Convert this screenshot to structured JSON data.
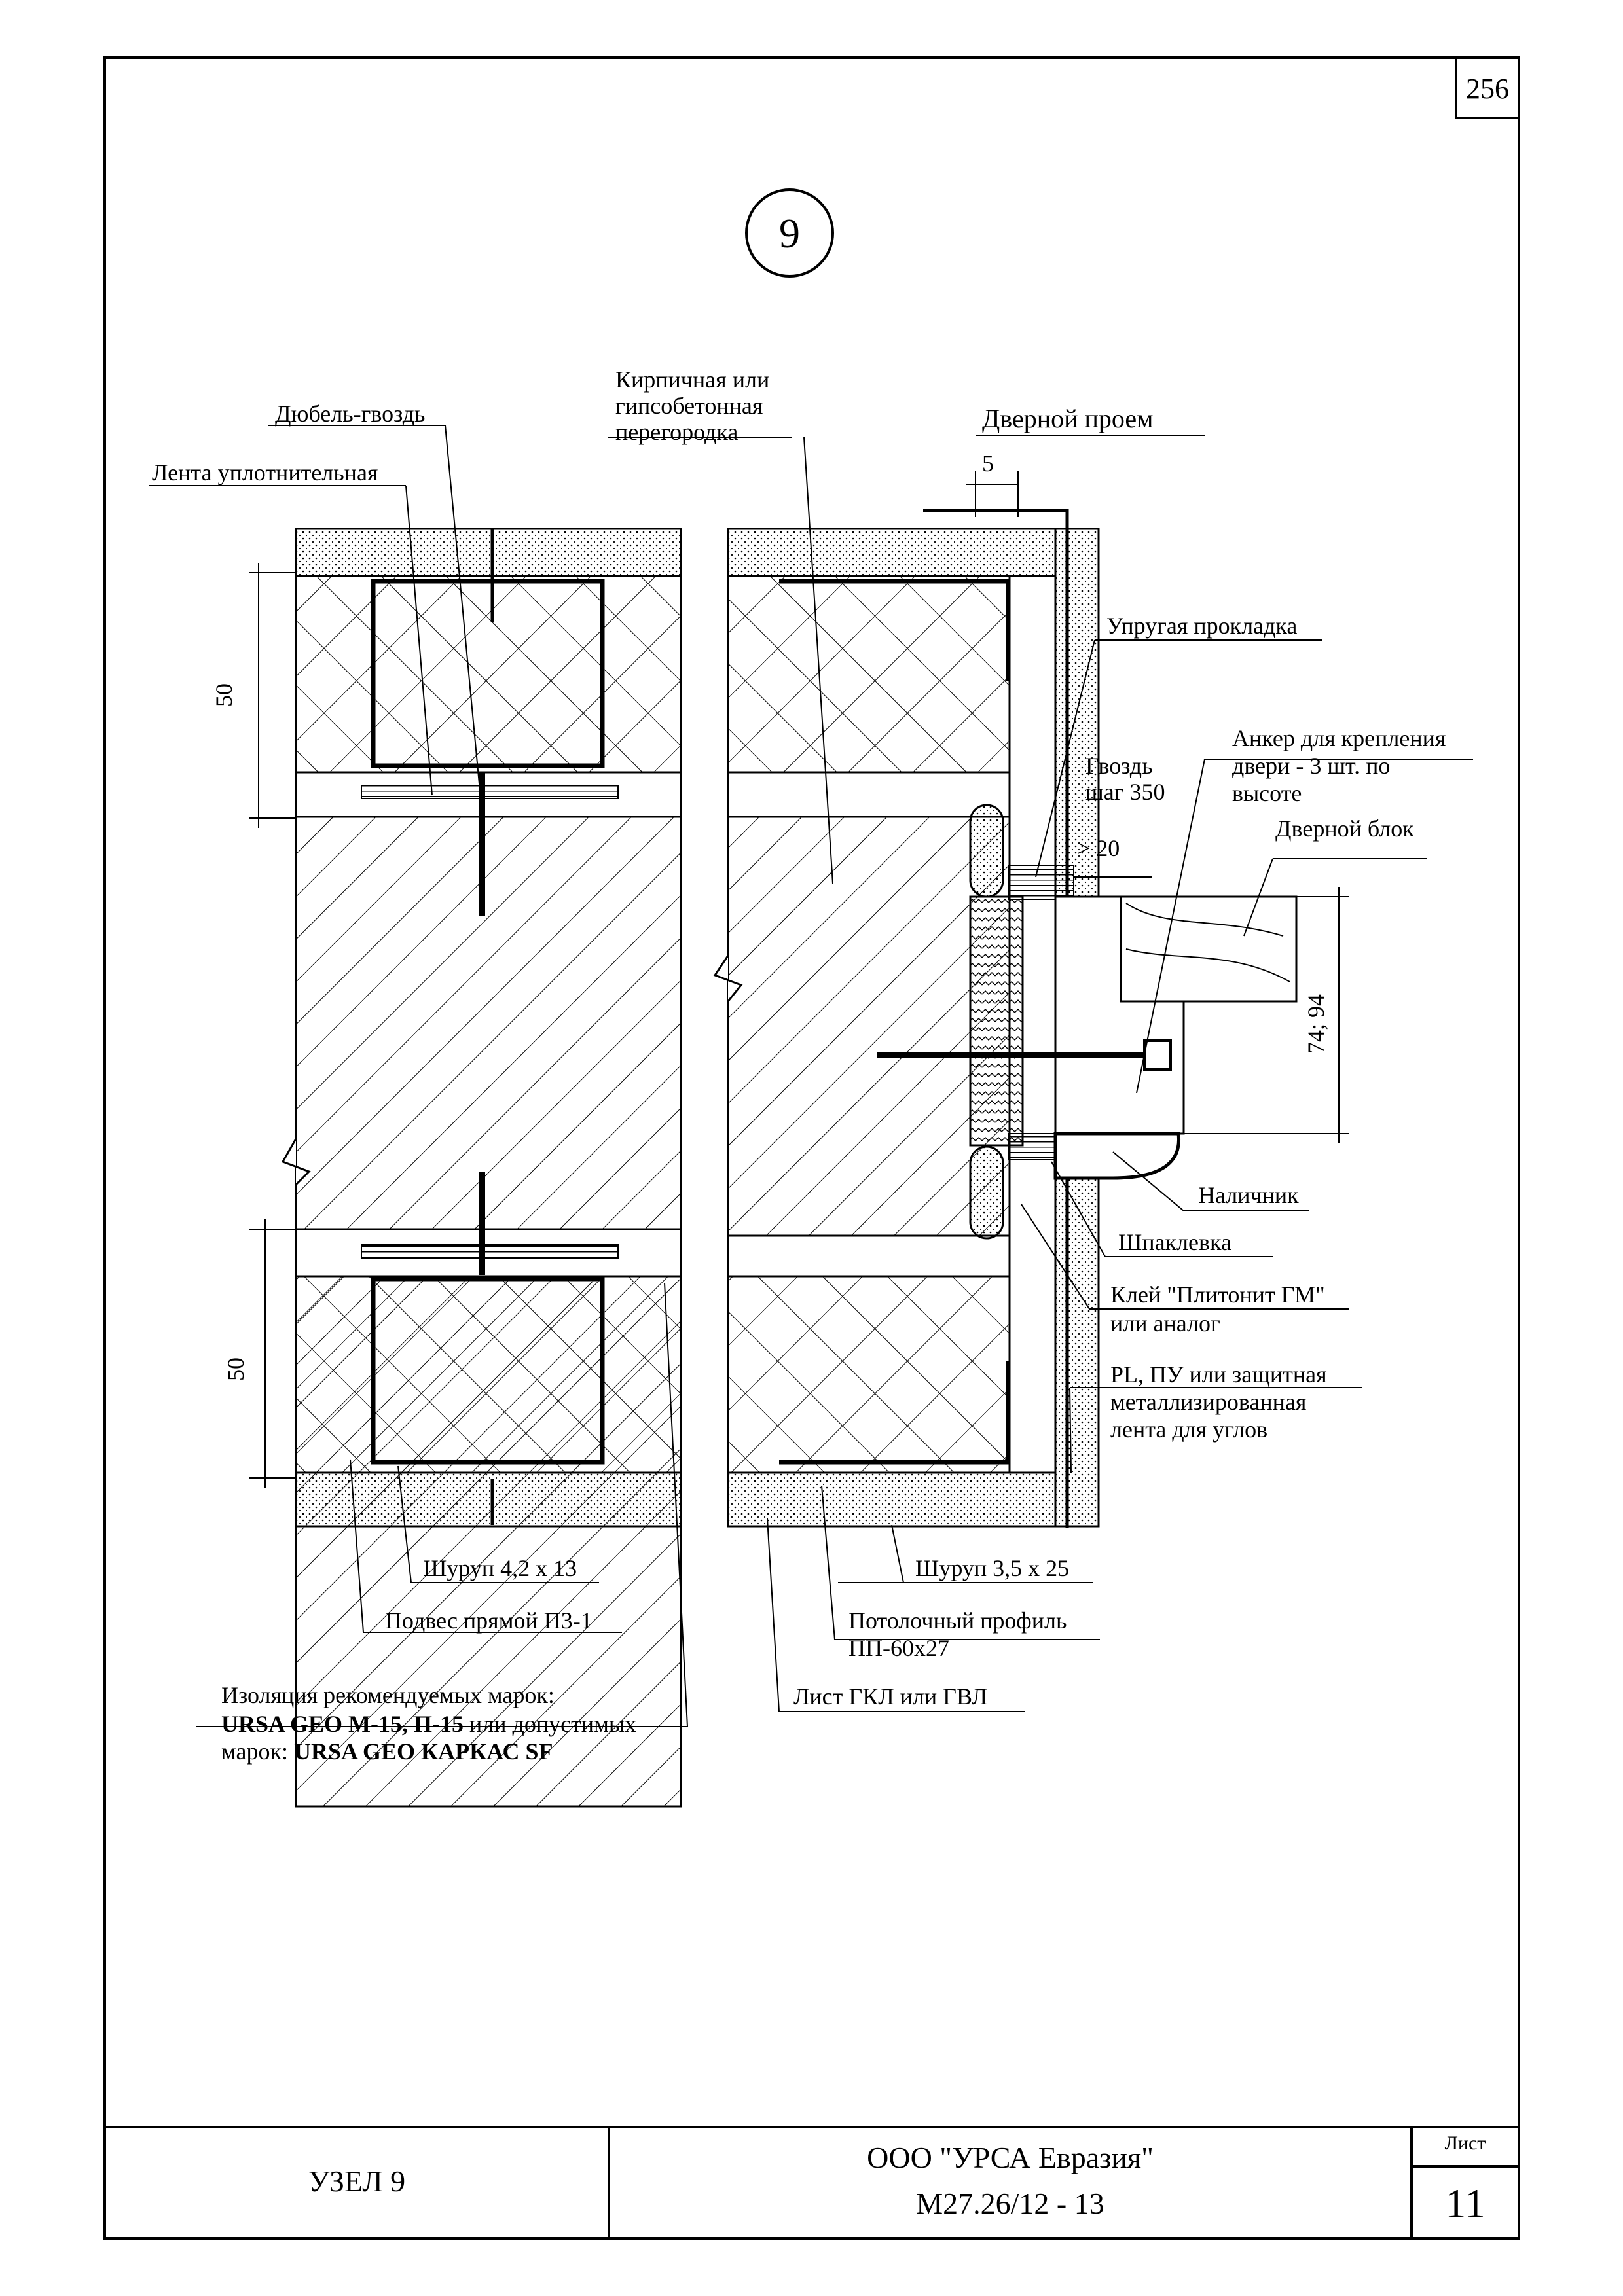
{
  "sheet": {
    "page_number": "256",
    "node_marker": "9"
  },
  "labels": {
    "dubel": "Дюбель-гвоздь",
    "lenta": "Лента уплотнительная",
    "kirpich_1": "Кирпичная или",
    "kirpich_2": "гипсобетонная",
    "kirpich_3": "перегородка",
    "dvernoy_proem": "Дверной проем",
    "dim_5": "5",
    "dim_50_top": "50",
    "dim_50_bottom": "50",
    "dim_20": "> 20",
    "dim_74_94": "74; 94",
    "uprugaya": "Упругая прокладка",
    "anker_1": "Анкер для крепления",
    "anker_2": "двери - 3 шт. по",
    "anker_3": "высоте",
    "gvozd_1": "Гвоздь",
    "gvozd_2": "шаг 350",
    "dverniy_blok": "Дверной блок",
    "nalichnik": "Наличник",
    "shpaklevka": "Шпаклевка",
    "klei_1": "Клей \"Плитонит ГМ\"",
    "klei_2": "или аналог",
    "pl_1": "PL, ПУ или защитная",
    "pl_2": "металлизированная",
    "pl_3": "лента для углов",
    "shurup_left": "Шуруп 4,2 х 13",
    "shurup_right": "Шуруп 3,5 х 25",
    "podves": "Подвес прямой П3-1",
    "profil_1": "Потолочный профиль",
    "profil_2": "ПП-60х27",
    "list_gkl": "Лист ГКЛ или ГВЛ",
    "izol_1": "Изоляция рекомендуемых марок:",
    "izol_2_bold": "URSA GEO М-15, П-15",
    "izol_2_rest": " или допустимых",
    "izol_3_start": "марок: ",
    "izol_3_bold": "URSA GEO КАРКАС SF"
  },
  "title_block": {
    "node_title": "УЗЕЛ 9",
    "company": "ООО \"УРСА Евразия\"",
    "doc_code": "М27.26/12 - 13",
    "sheet_label": "Лист",
    "sheet_number": "11"
  }
}
